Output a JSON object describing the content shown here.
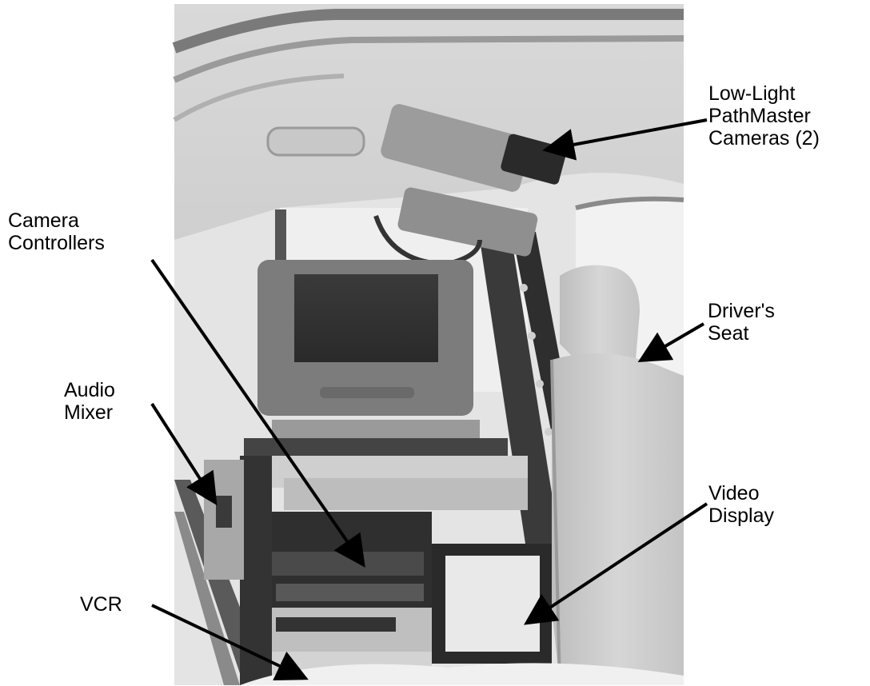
{
  "callouts": {
    "cameras": {
      "lines": [
        "Low-Light",
        "PathMaster",
        "Cameras (2)"
      ]
    },
    "controllers": {
      "lines": [
        "Camera",
        "Controllers"
      ]
    },
    "seat": {
      "lines": [
        "Driver's",
        "Seat"
      ]
    },
    "mixer": {
      "lines": [
        "Audio",
        "Mixer"
      ]
    },
    "display": {
      "lines": [
        "Video",
        "Display"
      ]
    },
    "vcr": {
      "lines": [
        "VCR"
      ]
    }
  },
  "colors": {
    "label": "#000000",
    "arrow": "#000000",
    "photo_light": "#e9e9e9",
    "photo_dark": "#2b2b2b"
  }
}
